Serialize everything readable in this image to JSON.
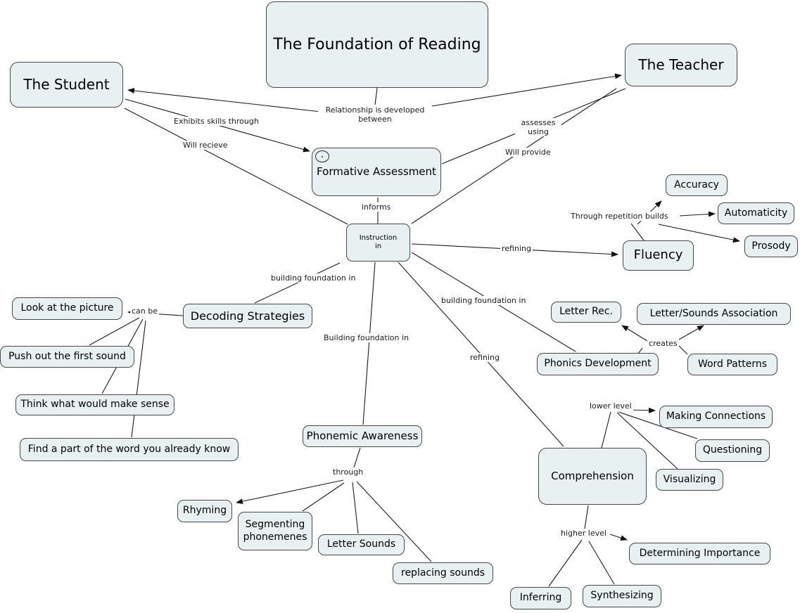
{
  "diagram": {
    "nodes": {
      "foundation": "The Foundation of Reading",
      "student": "The Student",
      "teacher": "The Teacher",
      "formative_assessment": "Formative Assessment",
      "instruction_in": "Instruction\nin",
      "accuracy": "Accuracy",
      "automaticity": "Automaticity",
      "prosody": "Prosody",
      "fluency": "Fluency",
      "decoding_strategies": "Decoding Strategies",
      "look_at_picture": "Look at the picture",
      "push_first_sound": "Push out the first sound",
      "think_make_sense": "Think what would make sense",
      "find_word_part": "Find a part of the word you already know",
      "letter_rec": "Letter Rec.",
      "letter_sounds_association": "Letter/Sounds Association",
      "phonics_development": "Phonics Development",
      "word_patterns": "Word Patterns",
      "phonemic_awareness": "Phonemic Awareness",
      "rhyming": "Rhyming",
      "segmenting_phonemenes": "Segmenting\nphonemenes",
      "letter_sounds": "Letter Sounds",
      "replacing_sounds": "replacing sounds",
      "comprehension": "Comprehension",
      "making_connections": "Making Connections",
      "questioning": "Questioning",
      "visualizing": "Visualizing",
      "determining_importance": "Determining Importance",
      "inferring": "Inferring",
      "synthesizing": "Synthesizing"
    },
    "links": {
      "relationship": "Relationship is developed\nbetween",
      "exhibits": "Exhibits skills through",
      "will_recieve": "Will recieve",
      "assesses_using": "assesses\nusing",
      "will_provide": "Will provide",
      "informs": "informs",
      "through_repetition_builds": "Through repetition builds",
      "refining_fluency": "refining",
      "building_foundation_left": "building foundation in",
      "building_foundation_center": "Building foundation in",
      "building_foundation_right": "building foundation in",
      "refining_comprehension": "refining",
      "can_be": "can be",
      "creates": "creates",
      "through": "through",
      "lower_level": "lower level",
      "higher_level": "higher level"
    },
    "icons": {
      "formative_annotation": "circle-dot-annotation-icon"
    },
    "colors": {
      "node_fill": "#e8f0f2",
      "node_border": "#45494c",
      "line": "#1b1b1b",
      "background": "#ffffff"
    }
  }
}
